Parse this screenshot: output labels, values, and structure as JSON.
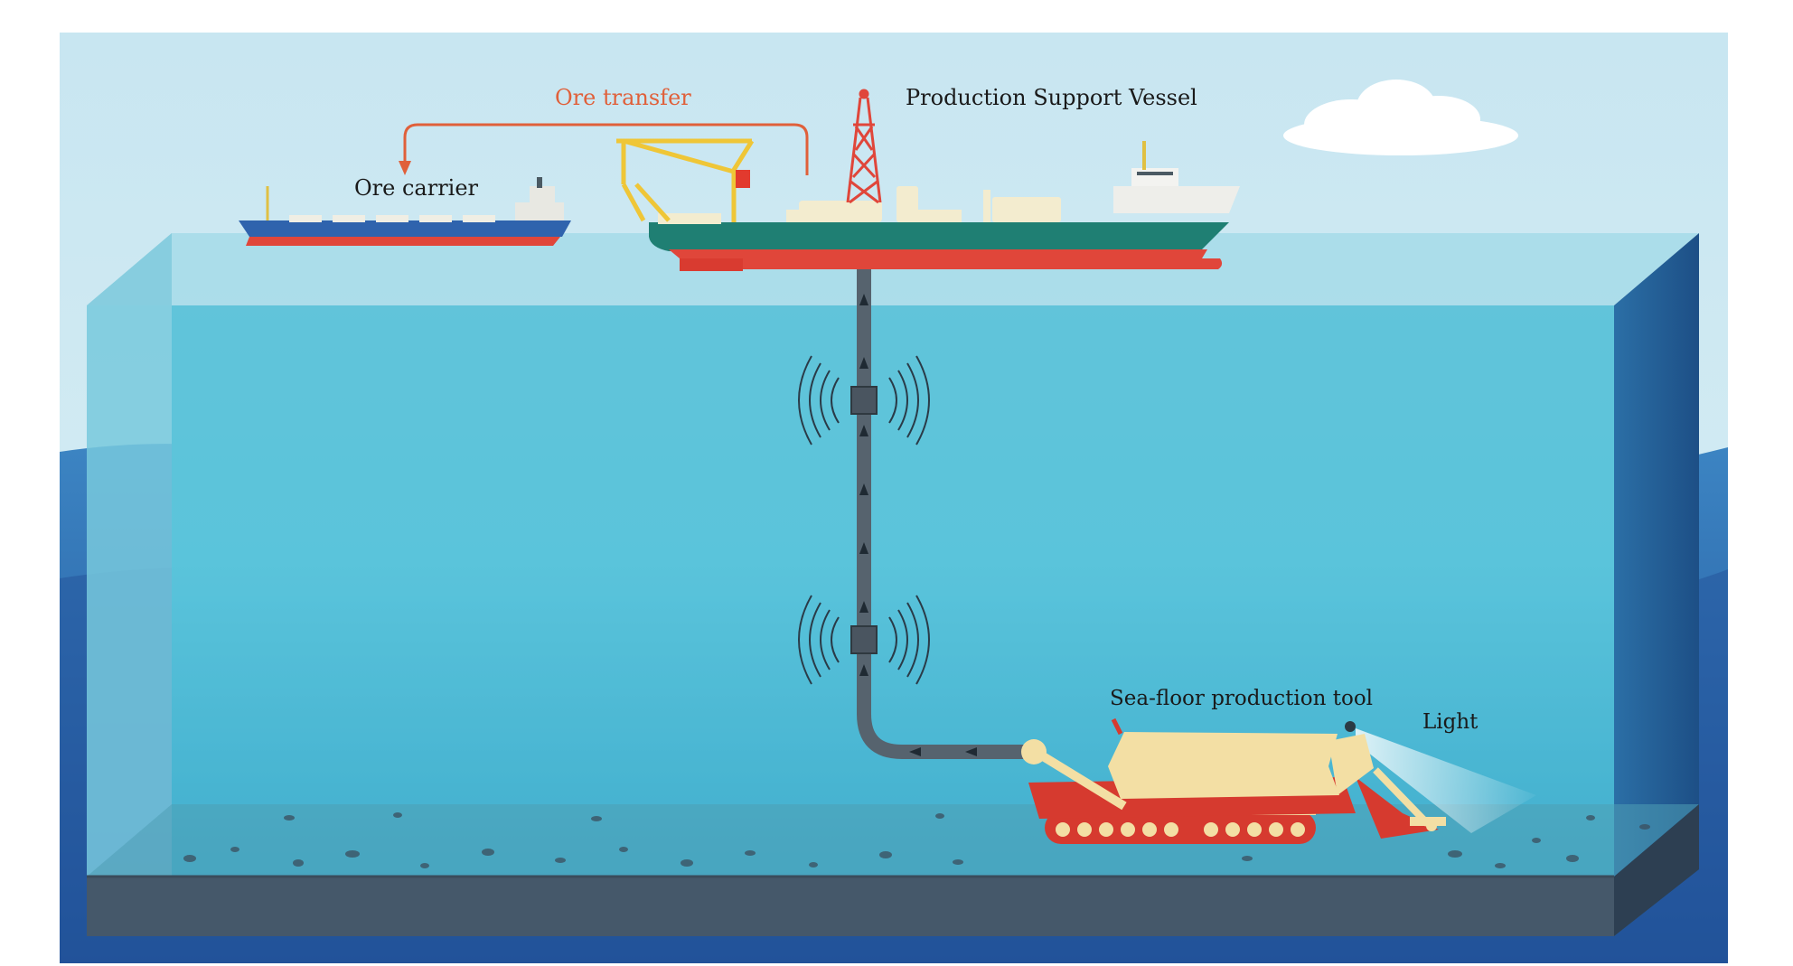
{
  "labels": {
    "ore_transfer": "Ore transfer",
    "production_support_vessel": "Production Support Vessel",
    "ore_carrier": "Ore carrier",
    "sea_floor_production_tool": "Sea-floor production tool",
    "light": "Light"
  },
  "colors": {
    "sky": "#cfe9f2",
    "water_top": "#6ccfe0",
    "water_deep": "#2fa7c8",
    "ocean_back": "#2a6db5",
    "seabed": "#4a6070",
    "vessel_hull_green": "#1f7f73",
    "vessel_hull_red": "#e0463a",
    "ore_transfer_arrow": "#e0603a",
    "riser_pipe": "#56636e",
    "tool_body": "#f3dfa4",
    "tool_red": "#d63a2f"
  },
  "icons": [
    "cloud-icon",
    "crane-icon",
    "derrick-tower-icon",
    "vibration-waves-icon",
    "light-beam-icon"
  ]
}
